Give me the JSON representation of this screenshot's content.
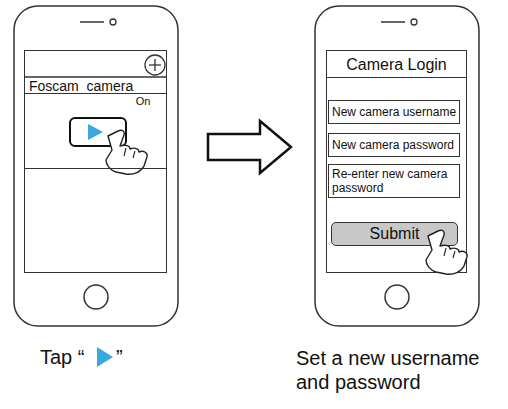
{
  "diagram": {
    "nodes": [
      {
        "text": [
          "Foscam_camera"
        ]
      },
      {
        "text": [
          "On"
        ],
        "in": 0
      },
      {
        "text": [
          "Camera Login"
        ]
      },
      {
        "text": [
          "New camera username"
        ],
        "in": 2
      },
      {
        "text": [
          "New camera password"
        ],
        "in": 2
      },
      {
        "text": [
          "Re-enter new camera password"
        ],
        "in": 2
      },
      {
        "text": [
          "Submit"
        ],
        "in": 2
      }
    ],
    "labels": [
      "Tap “",
      "”",
      "Set a new username and password"
    ]
  }
}
